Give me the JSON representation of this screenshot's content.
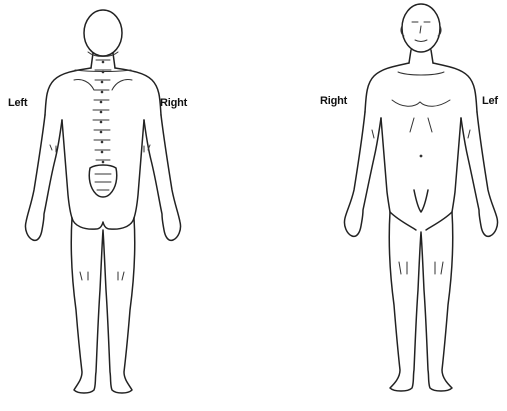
{
  "back_view": {
    "label_left": "Left",
    "label_right": "Right"
  },
  "front_view": {
    "label_right": "Right",
    "label_left": "Lef"
  }
}
